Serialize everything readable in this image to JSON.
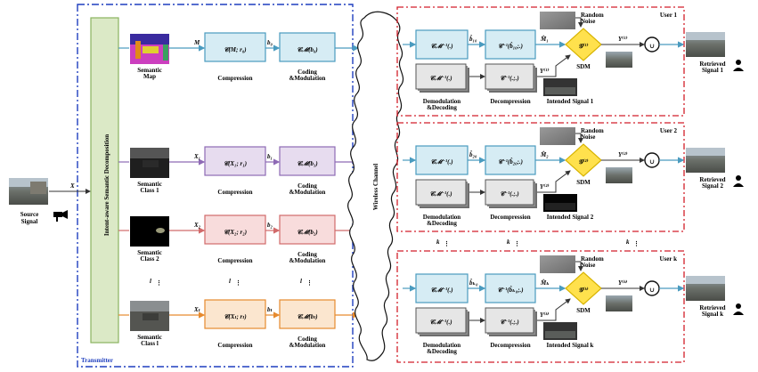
{
  "transmitter": {
    "label": "Transmitter",
    "decomposition_label": "Intent-aware Semantic Decomposition",
    "source_label_line1": "Source",
    "source_label_line2": "Signal",
    "source_symbol": "X",
    "rows": [
      {
        "img_label_1": "Semantic",
        "img_label_2": "Map",
        "input_symbol": "M",
        "comp_formula": "𝒞(M; r₀)",
        "comp_label": "Compression",
        "code_symbol": "b₀",
        "code_formula": "𝒞ℳ(b₀)",
        "code_label_1": "Coding",
        "code_label_2": "&Modulation",
        "color_fill": "#d6ecf4",
        "color_stroke": "#4a9bbf"
      },
      {
        "img_label_1": "Semantic",
        "img_label_2": "Class 1",
        "input_symbol": "X₁",
        "comp_formula": "𝒞(X₁; r₁)",
        "comp_label": "Compression",
        "code_symbol": "b₁",
        "code_formula": "𝒞ℳ(b₁)",
        "code_label_1": "Coding",
        "code_label_2": "&Modulation",
        "color_fill": "#e7dcef",
        "color_stroke": "#8e6ab5"
      },
      {
        "img_label_1": "Semantic",
        "img_label_2": "Class 2",
        "input_symbol": "X₂",
        "comp_formula": "𝒞(X₂; r₂)",
        "comp_label": "Compression",
        "code_symbol": "b₂",
        "code_formula": "𝒞ℳ(b₂)",
        "code_label_1": "Coding",
        "code_label_2": "&Modulation",
        "color_fill": "#f8dcdc",
        "color_stroke": "#d16a6a"
      },
      {
        "img_label_1": "Semantic",
        "img_label_2": "Class l",
        "input_symbol": "Xₗ",
        "comp_formula": "𝒞(Xₗ; rₗ)",
        "comp_label": "Compression",
        "code_symbol": "bₗ",
        "code_formula": "𝒞ℳ(bₗ)",
        "code_label_1": "Coding",
        "code_label_2": "&Modulation",
        "color_fill": "#fbe6cf",
        "color_stroke": "#e68a2e"
      }
    ],
    "ellipsis_symbol": "l"
  },
  "channel": {
    "label": "Wireless Channel"
  },
  "users": [
    {
      "title": "User 1",
      "noise_1": "Random",
      "noise_2": "Noise",
      "b_hat": "b̂₁₀",
      "m_hat": "M̂₁",
      "demod_formula": "𝒞ℳ⁻¹(.)",
      "decomp_formula": "𝒞⁻¹(b̂₁₀;.)",
      "decomp2_formula": "𝒞⁻¹(.;.)",
      "sdm_formula": "𝒢⁽¹⁾",
      "sdm_label": "SDM",
      "y_top": "Y⁽¹⁾",
      "y_mid": "Y⁽¹⁾",
      "demod_label_1": "Demodulation",
      "demod_label_2": "&Decoding",
      "decomp_label": "Decompression",
      "intended": "Intended Signal 1",
      "retrieved_1": "Retrieved",
      "retrieved_2": "Signal 1"
    },
    {
      "title": "User 2",
      "noise_1": "Random",
      "noise_2": "Noise",
      "b_hat": "b̂₂₀",
      "m_hat": "M̂₂",
      "demod_formula": "𝒞ℳ⁻¹(.)",
      "decomp_formula": "𝒞⁻¹(b̂₂₀;.)",
      "decomp2_formula": "𝒞⁻¹(.;.)",
      "sdm_formula": "𝒢⁽²⁾",
      "sdm_label": "SDM",
      "y_top": "Y⁽²⁾",
      "y_mid": "Y⁽²⁾",
      "demod_label_1": "Demodulation",
      "demod_label_2": "&Decoding",
      "decomp_label": "Decompression",
      "intended": "Intended Signal 2",
      "retrieved_1": "Retrieved",
      "retrieved_2": "Signal 2"
    },
    {
      "title": "User k",
      "noise_1": "Random",
      "noise_2": "Noise",
      "b_hat": "b̂ₖ₀",
      "m_hat": "M̂ₖ",
      "demod_formula": "𝒞ℳ⁻¹(.)",
      "decomp_formula": "𝒞⁻¹(b̂ₖ₀;.)",
      "decomp2_formula": "𝒞⁻¹(.;.)",
      "sdm_formula": "𝒢⁽ᵏ⁾",
      "sdm_label": "SDM",
      "y_top": "Y⁽ᵏ⁾",
      "y_mid": "Y⁽ᵏ⁾",
      "demod_label_1": "Demodulation",
      "demod_label_2": "&Decoding",
      "decomp_label": "Decompression",
      "intended": "Intended Signal k",
      "retrieved_1": "Retrieved",
      "retrieved_2": "Signal k"
    }
  ],
  "user_ellipsis_symbol": "k",
  "union_symbol": "∪"
}
